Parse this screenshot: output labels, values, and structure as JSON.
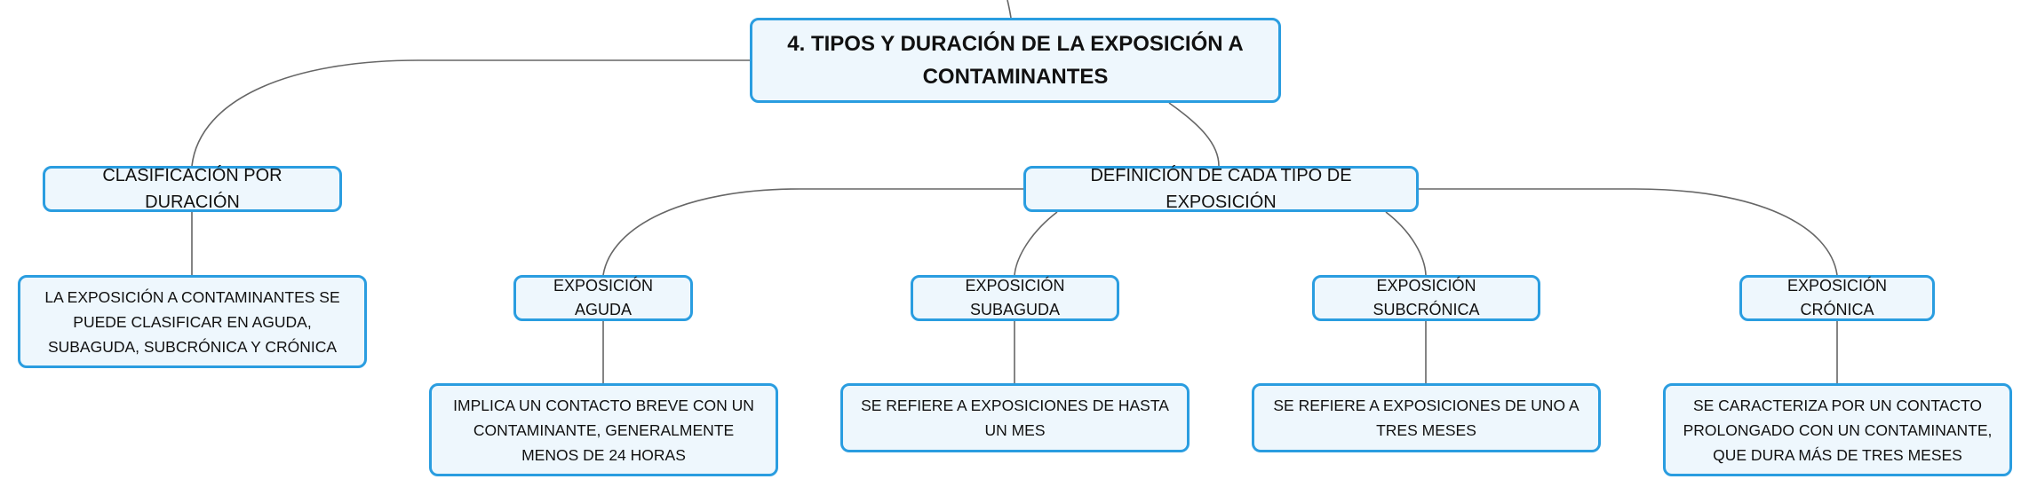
{
  "colors": {
    "border": "#2a9de0",
    "fill": "#eef7fd",
    "line": "#666666",
    "text": "#111111"
  },
  "root": {
    "label": "4. TIPOS Y DURACIÓN DE LA EXPOSICIÓN A CONTAMINANTES"
  },
  "branches": [
    {
      "label": "CLASIFICACIÓN POR DURACIÓN",
      "children": [
        {
          "label": "LA EXPOSICIÓN A CONTAMINANTES SE PUEDE CLASIFICAR EN AGUDA, SUBAGUDA, SUBCRÓNICA Y CRÓNICA"
        }
      ]
    },
    {
      "label": "DEFINICIÓN DE CADA TIPO DE EXPOSICIÓN",
      "children": [
        {
          "label": "EXPOSICIÓN AGUDA",
          "children": [
            {
              "label": "IMPLICA UN CONTACTO BREVE CON UN CONTAMINANTE, GENERALMENTE MENOS DE 24 HORAS"
            }
          ]
        },
        {
          "label": "EXPOSICIÓN SUBAGUDA",
          "children": [
            {
              "label": "SE REFIERE A EXPOSICIONES DE HASTA UN MES"
            }
          ]
        },
        {
          "label": "EXPOSICIÓN SUBCRÓNICA",
          "children": [
            {
              "label": "SE REFIERE A EXPOSICIONES DE UNO A TRES MESES"
            }
          ]
        },
        {
          "label": "EXPOSICIÓN CRÓNICA",
          "children": [
            {
              "label": "SE CARACTERIZA POR UN CONTACTO PROLONGADO CON UN CONTAMINANTE, QUE DURA MÁS DE TRES MESES"
            }
          ]
        }
      ]
    }
  ]
}
